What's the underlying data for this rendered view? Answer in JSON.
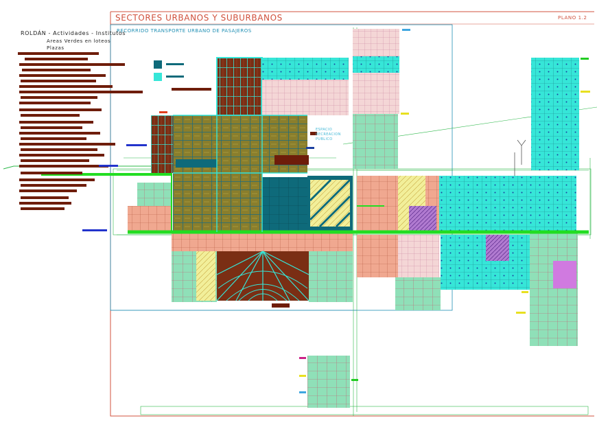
{
  "title": "SECTORES URBANOS Y SUBURBANOS",
  "sheet_number": "PLANO 1.2",
  "subtitle": "RECORRIDO TRANSPORTE URBANO DE PASAJEROS",
  "legend": {
    "line1": "ROLDÁN - Actividades - Institutos",
    "line2": "Areas Verdes en loteos",
    "line3": "Plazas"
  },
  "poi_label": "ESPACIO\nRECREACION\nPUBLICO",
  "colors": {
    "background": "#ffffff",
    "frame": "#d0503c",
    "route_green": "#22dd22",
    "block_cyan": "#36e6d8",
    "block_brown": "#7a2e14",
    "block_olive": "#8a7e2c",
    "block_teal": "#0e6a7a",
    "block_pink": "#f0c4c4",
    "block_yellow": "#f2ef9a",
    "legend_bar": "#6e1d0a",
    "text_blue": "#1f8fb4"
  }
}
